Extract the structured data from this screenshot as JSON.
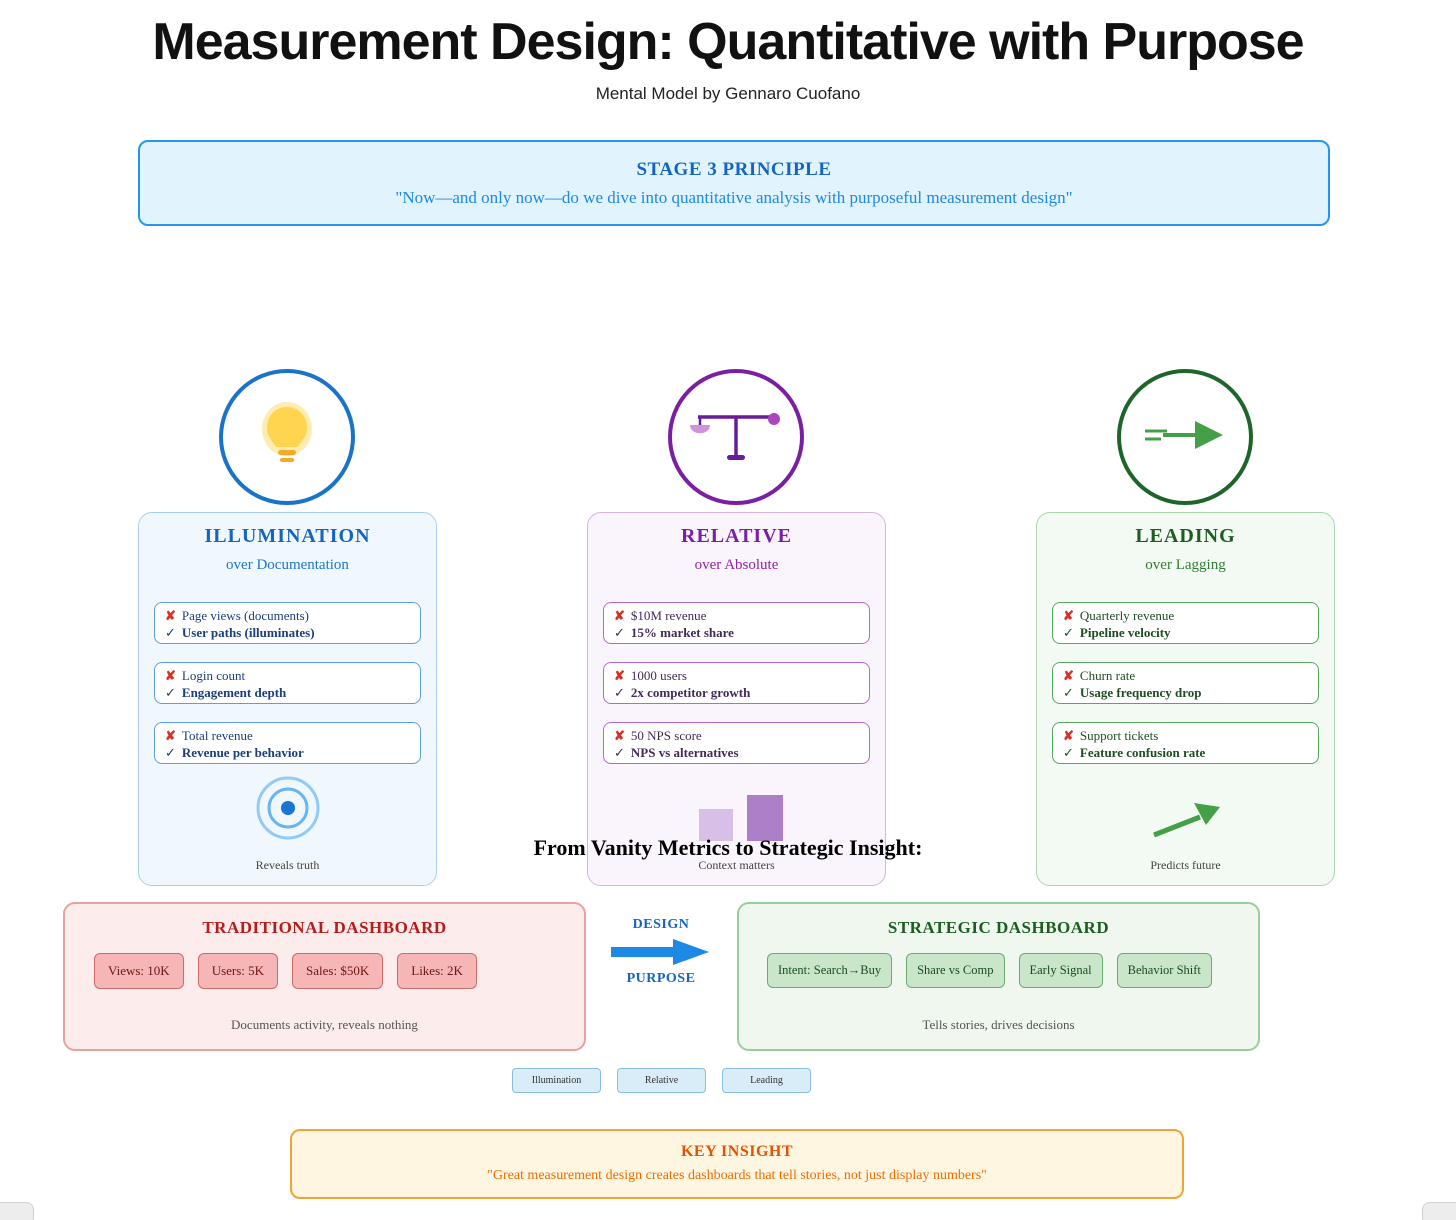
{
  "title": "Measurement Design: Quantitative with Purpose",
  "subtitle": "Mental Model by Gennaro Cuofano",
  "marks": {
    "bad": "✘",
    "good": "✓"
  },
  "principle": {
    "heading": "STAGE 3 PRINCIPLE",
    "quote": "\"Now—and only now—do we dive into quantitative analysis with purposeful measurement design\""
  },
  "pillars": [
    {
      "title": "ILLUMINATION",
      "subtitle": "over Documentation",
      "icon": "lightbulb-icon",
      "items": [
        {
          "bad": "Page views (documents)",
          "good": "User paths (illuminates)"
        },
        {
          "bad": "Login count",
          "good": "Engagement depth"
        },
        {
          "bad": "Total revenue",
          "good": "Revenue per behavior"
        }
      ],
      "footer_icon": "target-icon",
      "caption": "Reveals truth",
      "accent": "#1565c0"
    },
    {
      "title": "RELATIVE",
      "subtitle": "over Absolute",
      "icon": "balance-scale-icon",
      "items": [
        {
          "bad": "$10M revenue",
          "good": "15% market share"
        },
        {
          "bad": "1000 users",
          "good": "2x competitor growth"
        },
        {
          "bad": "50 NPS score",
          "good": "NPS vs alternatives"
        }
      ],
      "footer_icon": "bar-comparison-icon",
      "caption": "Context matters",
      "accent": "#7b1fa2"
    },
    {
      "title": "LEADING",
      "subtitle": "over Lagging",
      "icon": "forward-arrow-icon",
      "items": [
        {
          "bad": "Quarterly revenue",
          "good": "Pipeline velocity"
        },
        {
          "bad": "Churn rate",
          "good": "Usage frequency drop"
        },
        {
          "bad": "Support tickets",
          "good": "Feature confusion rate"
        }
      ],
      "footer_icon": "trend-arrow-icon",
      "caption": "Predicts future",
      "accent": "#1b5e20"
    }
  ],
  "transition_heading": "From Vanity Metrics to Strategic Insight:",
  "dashboards": {
    "traditional": {
      "title": "TRADITIONAL DASHBOARD",
      "metrics": [
        "Views: 10K",
        "Users: 5K",
        "Sales: $50K",
        "Likes: 2K"
      ],
      "caption": "Documents activity, reveals nothing"
    },
    "arrow": {
      "top": "DESIGN",
      "bottom": "PURPOSE"
    },
    "strategic": {
      "title": "STRATEGIC DASHBOARD",
      "metrics": [
        "Intent: Search→Buy",
        "Share vs Comp",
        "Early Signal",
        "Behavior Shift"
      ],
      "caption": "Tells stories, drives decisions"
    }
  },
  "legend": [
    "Illumination",
    "Relative",
    "Leading"
  ],
  "key_insight": {
    "heading": "KEY INSIGHT",
    "quote": "\"Great measurement design creates dashboards that tell stories, not just display numbers\""
  },
  "colors": {
    "principle_blue": "#1e88e5",
    "illumination_blue": "#1565c0",
    "relative_purple": "#7b1fa2",
    "leading_green": "#1b5e20",
    "traditional_red": "#b71c1c",
    "strategic_green": "#1b5e20",
    "insight_orange": "#e65100",
    "bad_mark_red": "#d93025"
  }
}
